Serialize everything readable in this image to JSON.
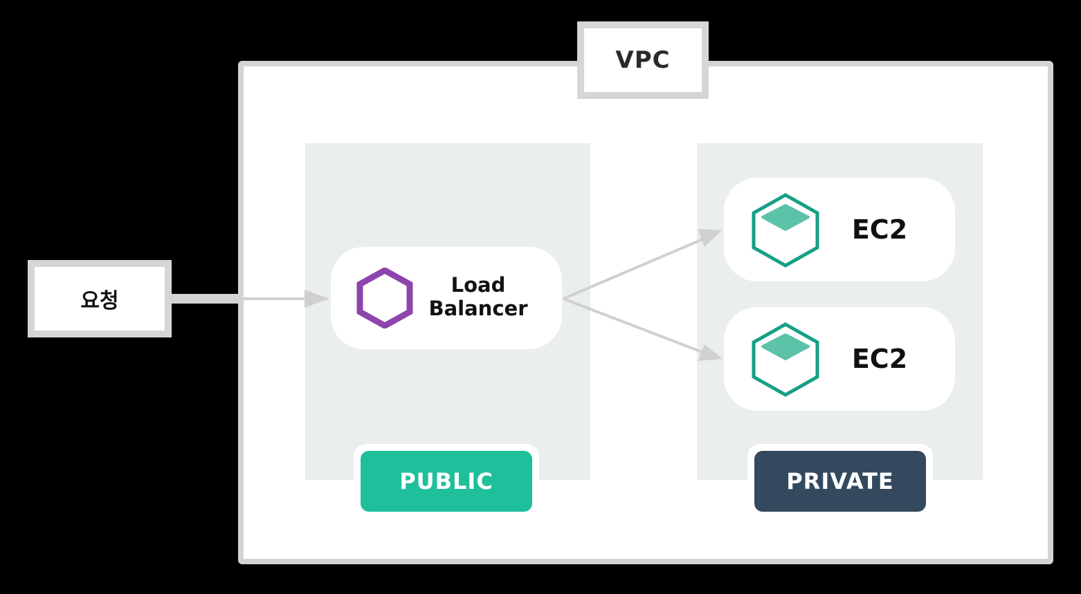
{
  "request": {
    "label": "요청"
  },
  "vpc": {
    "label": "VPC"
  },
  "load_balancer": {
    "line1": "Load",
    "line2": "Balancer",
    "icon": "hexagon-outline-icon"
  },
  "ec2_instances": [
    {
      "label": "EC2",
      "icon": "ec2-cube-icon"
    },
    {
      "label": "EC2",
      "icon": "ec2-cube-icon"
    }
  ],
  "subnets": {
    "public": {
      "label": "PUBLIC"
    },
    "private": {
      "label": "PRIVATE"
    }
  },
  "colors": {
    "background": "#000000",
    "frame_border": "#d4d4d4",
    "subnet_fill": "#eaeeef",
    "public_badge": "#1fbf9c",
    "private_badge": "#34495e",
    "load_balancer_icon": "#8e44ad",
    "ec2_icon_stroke": "#16a085",
    "ec2_icon_fill": "#5cc2a8",
    "arrow": "#d0d0d0"
  }
}
